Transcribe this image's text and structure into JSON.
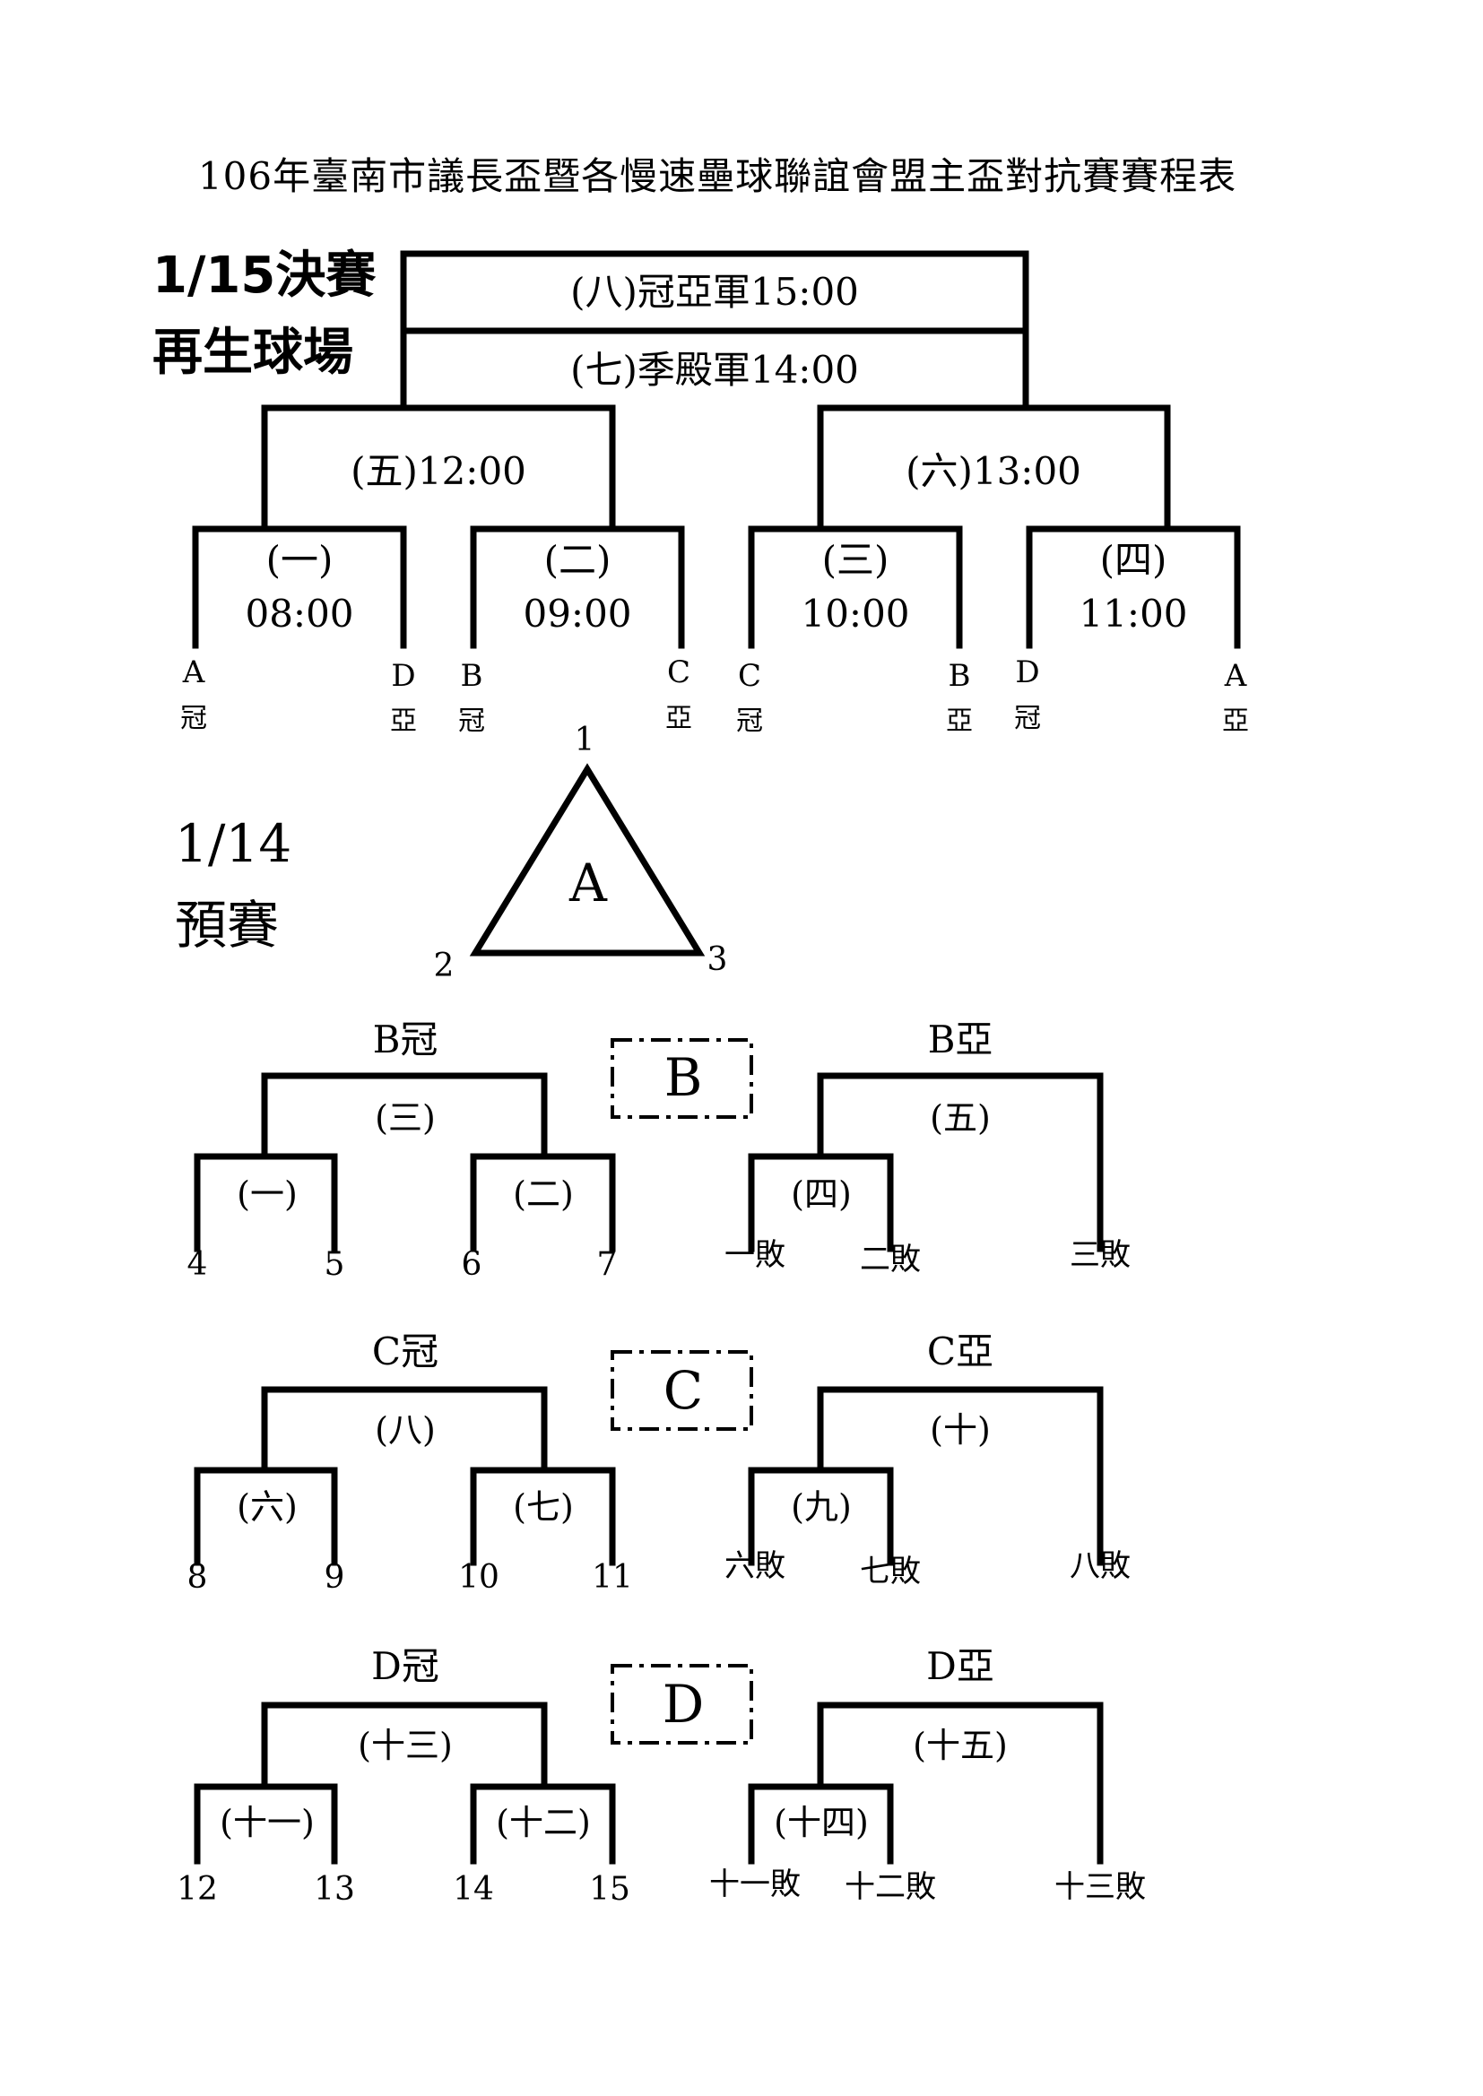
{
  "title": "106年臺南市議長盃暨各慢速壘球聯誼會盟主盃對抗賽賽程表",
  "final": {
    "date_label": "1/15決賽",
    "venue_label": "再生球場",
    "game8": "(八)冠亞軍15:00",
    "game7": "(七)季殿軍14:00",
    "game5": "(五)12:00",
    "game6": "(六)13:00",
    "g1_num": "(一)",
    "g1_time": "08:00",
    "g2_num": "(二)",
    "g2_time": "09:00",
    "g3_num": "(三)",
    "g3_time": "10:00",
    "g4_num": "(四)",
    "g4_time": "11:00",
    "seeds": [
      {
        "group": "A",
        "rank": "冠"
      },
      {
        "group": "D",
        "rank": "亞"
      },
      {
        "group": "B",
        "rank": "冠"
      },
      {
        "group": "C",
        "rank": "亞"
      },
      {
        "group": "C",
        "rank": "冠"
      },
      {
        "group": "B",
        "rank": "亞"
      },
      {
        "group": "D",
        "rank": "冠"
      },
      {
        "group": "A",
        "rank": "亞"
      }
    ]
  },
  "prelim": {
    "date_label": "1/14",
    "stage_label": "預賽",
    "groupA": {
      "letter": "A",
      "t1": "1",
      "t2": "2",
      "t3": "3"
    },
    "groupB": {
      "letter": "B",
      "win_label": "B冠",
      "lose_label": "B亞",
      "g1": "(一)",
      "g2": "(二)",
      "g3": "(三)",
      "g4": "(四)",
      "g5": "(五)",
      "t1": "4",
      "t2": "5",
      "t3": "6",
      "t4": "7",
      "l1": "一敗",
      "l2": "二敗",
      "l3": "三敗"
    },
    "groupC": {
      "letter": "C",
      "win_label": "C冠",
      "lose_label": "C亞",
      "g1": "(六)",
      "g2": "(七)",
      "g3": "(八)",
      "g4": "(九)",
      "g5": "(十)",
      "t1": "8",
      "t2": "9",
      "t3": "10",
      "t4": "11",
      "l1": "六敗",
      "l2": "七敗",
      "l3": "八敗"
    },
    "groupD": {
      "letter": "D",
      "win_label": "D冠",
      "lose_label": "D亞",
      "g1": "(十一)",
      "g2": "(十二)",
      "g3": "(十三)",
      "g4": "(十四)",
      "g5": "(十五)",
      "t1": "12",
      "t2": "13",
      "t3": "14",
      "t4": "15",
      "l1": "十一敗",
      "l2": "十二敗",
      "l3": "十三敗"
    }
  }
}
